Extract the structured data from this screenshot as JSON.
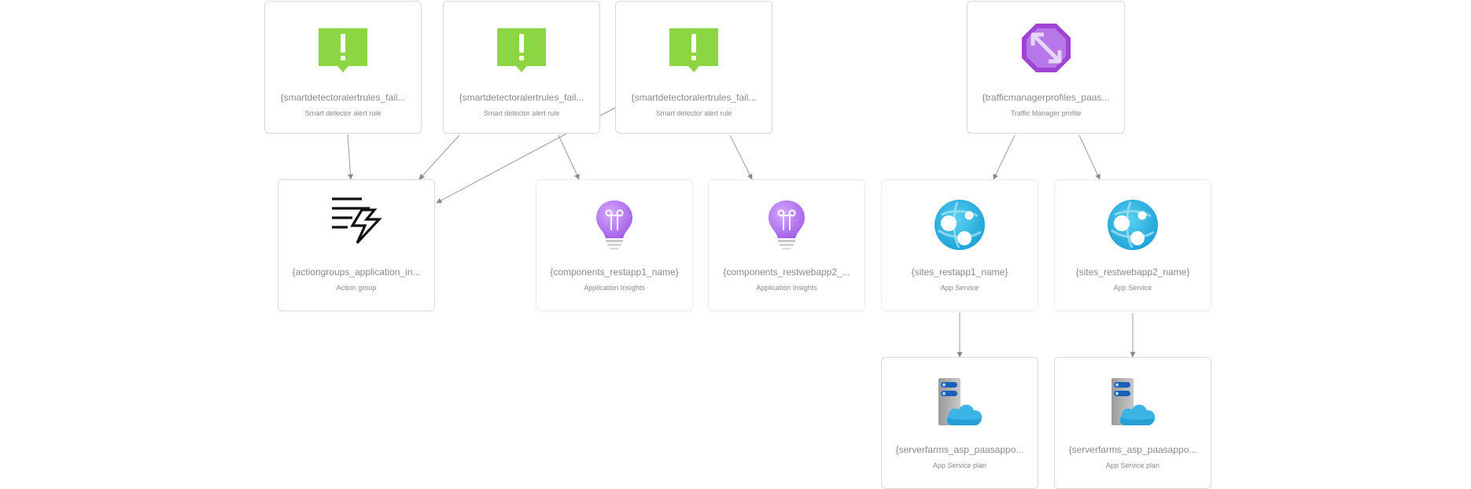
{
  "nodes": {
    "alert1": {
      "name": "{smartdetectoralertrules_fail...",
      "type": "Smart detector alert rule",
      "icon": "alert-rule-icon"
    },
    "alert2": {
      "name": "{smartdetectoralertrules_fail...",
      "type": "Smart detector alert rule",
      "icon": "alert-rule-icon"
    },
    "alert3": {
      "name": "{smartdetectoralertrules_fail...",
      "type": "Smart detector alert rule",
      "icon": "alert-rule-icon"
    },
    "traffic": {
      "name": "{trafficmanagerprofiles_paas...",
      "type": "Traffic Manager profile",
      "icon": "traffic-manager-icon"
    },
    "actiongroup": {
      "name": "{actiongroups_application_in...",
      "type": "Action group",
      "icon": "action-group-icon"
    },
    "ai1": {
      "name": "{components_restapp1_name}",
      "type": "Application Insights",
      "icon": "application-insights-icon"
    },
    "ai2": {
      "name": "{components_restwebapp2_...",
      "type": "Application Insights",
      "icon": "application-insights-icon"
    },
    "site1": {
      "name": "{sites_restapp1_name}",
      "type": "App Service",
      "icon": "app-service-icon"
    },
    "site2": {
      "name": "{sites_restwebapp2_name}",
      "type": "App Service",
      "icon": "app-service-icon"
    },
    "plan1": {
      "name": "{serverfarms_asp_paasappo...",
      "type": "App Service plan",
      "icon": "app-service-plan-icon"
    },
    "plan2": {
      "name": "{serverfarms_asp_paasappo...",
      "type": "App Service plan",
      "icon": "app-service-plan-icon"
    }
  },
  "edges": [
    [
      "alert1",
      "actiongroup"
    ],
    [
      "alert2",
      "actiongroup"
    ],
    [
      "alert3",
      "actiongroup"
    ],
    [
      "alert2",
      "ai1"
    ],
    [
      "alert3",
      "ai2"
    ],
    [
      "traffic",
      "site1"
    ],
    [
      "traffic",
      "site2"
    ],
    [
      "site1",
      "plan1"
    ],
    [
      "site2",
      "plan2"
    ]
  ],
  "colors": {
    "alert_green": "#8cd643",
    "traffic_purple": "#9f44d3",
    "insights_purple": "#b77af4",
    "appservice_blue": "#32bedd",
    "edge_gray": "#888888"
  }
}
